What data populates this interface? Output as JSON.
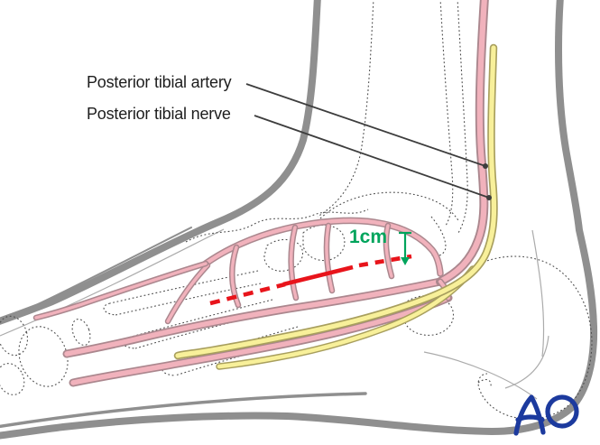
{
  "figure": {
    "labels": {
      "artery": "Posterior tibial artery",
      "nerve": "Posterior tibial nerve"
    },
    "measurement": {
      "text": "1cm"
    },
    "logo": {
      "text": "AO"
    },
    "colors": {
      "background": "#ffffff",
      "outline_gray": "#8f8f8f",
      "bone_dotted": "#4d4d4d",
      "artery_fill": "#f1b2bc",
      "artery_stroke": "#ab878e",
      "nerve_fill": "#f8f09a",
      "nerve_stroke": "#a89f5e",
      "incision_red": "#e8141b",
      "measure_green": "#00a45c",
      "label_text": "#1d1d1d",
      "leader_gray": "#3d3d3d",
      "logo_blue": "#1c3a9e"
    }
  }
}
